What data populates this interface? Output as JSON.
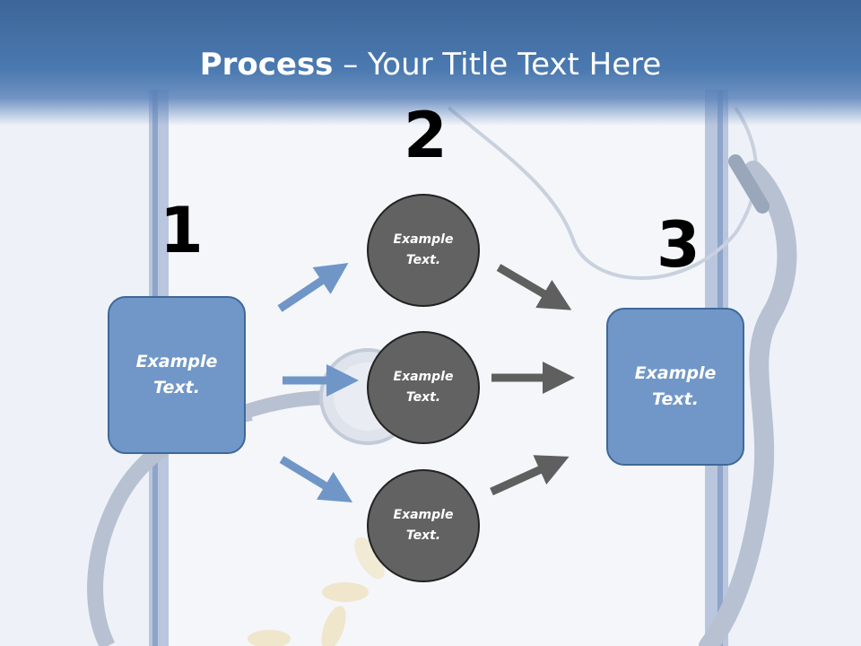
{
  "title": {
    "bold": "Process",
    "rest": " – Your Title Text Here"
  },
  "steps": {
    "one": "1",
    "two": "2",
    "three": "3"
  },
  "boxes": {
    "left": "Example\nText.",
    "right": "Example\nText."
  },
  "circles": {
    "top": "Example\nText.",
    "middle": "Example\nText.",
    "bottom": "Example\nText."
  },
  "colors": {
    "box_fill": "#7097c7",
    "circle_fill": "#626262",
    "blue_arrow": "#6f96c7",
    "gray_arrow": "#5f5f5f",
    "title_band": "#4a79b0"
  }
}
